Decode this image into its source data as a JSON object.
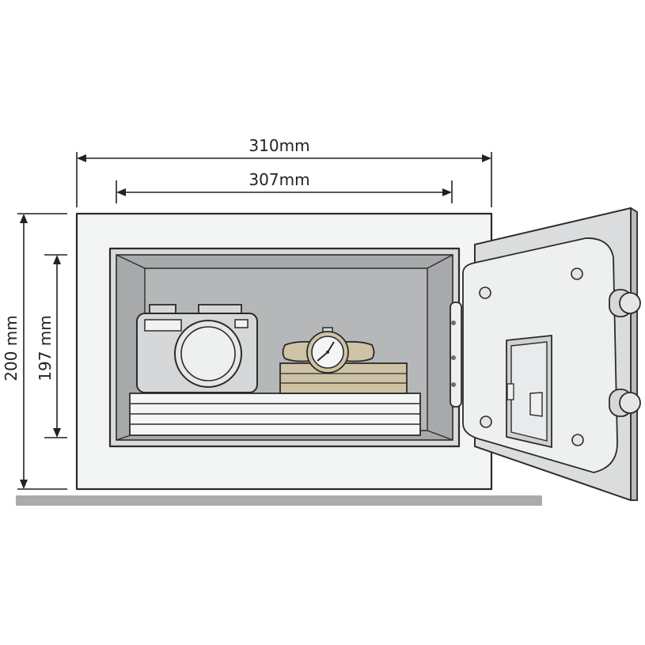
{
  "dimensions": {
    "outer_width": "310mm",
    "inner_width": "307mm",
    "outer_height": "200 mm",
    "inner_height": "197 mm"
  },
  "colors": {
    "body": "#f3f4f4",
    "interior": "#a7a9ab",
    "interior_back": "#b5b7b9",
    "shelf": "#f4f5f5",
    "camera": "#d6d7d8",
    "watch_strap": "#cfc3a6",
    "box": "#cfc3a6",
    "floor": "#a9abad",
    "door_face": "#eef0f0",
    "door_edge": "#cfd1d3"
  },
  "items": [
    "camera-icon",
    "watch-icon",
    "jewelry-box-icon",
    "document-stack-icon",
    "keypad-icon"
  ]
}
